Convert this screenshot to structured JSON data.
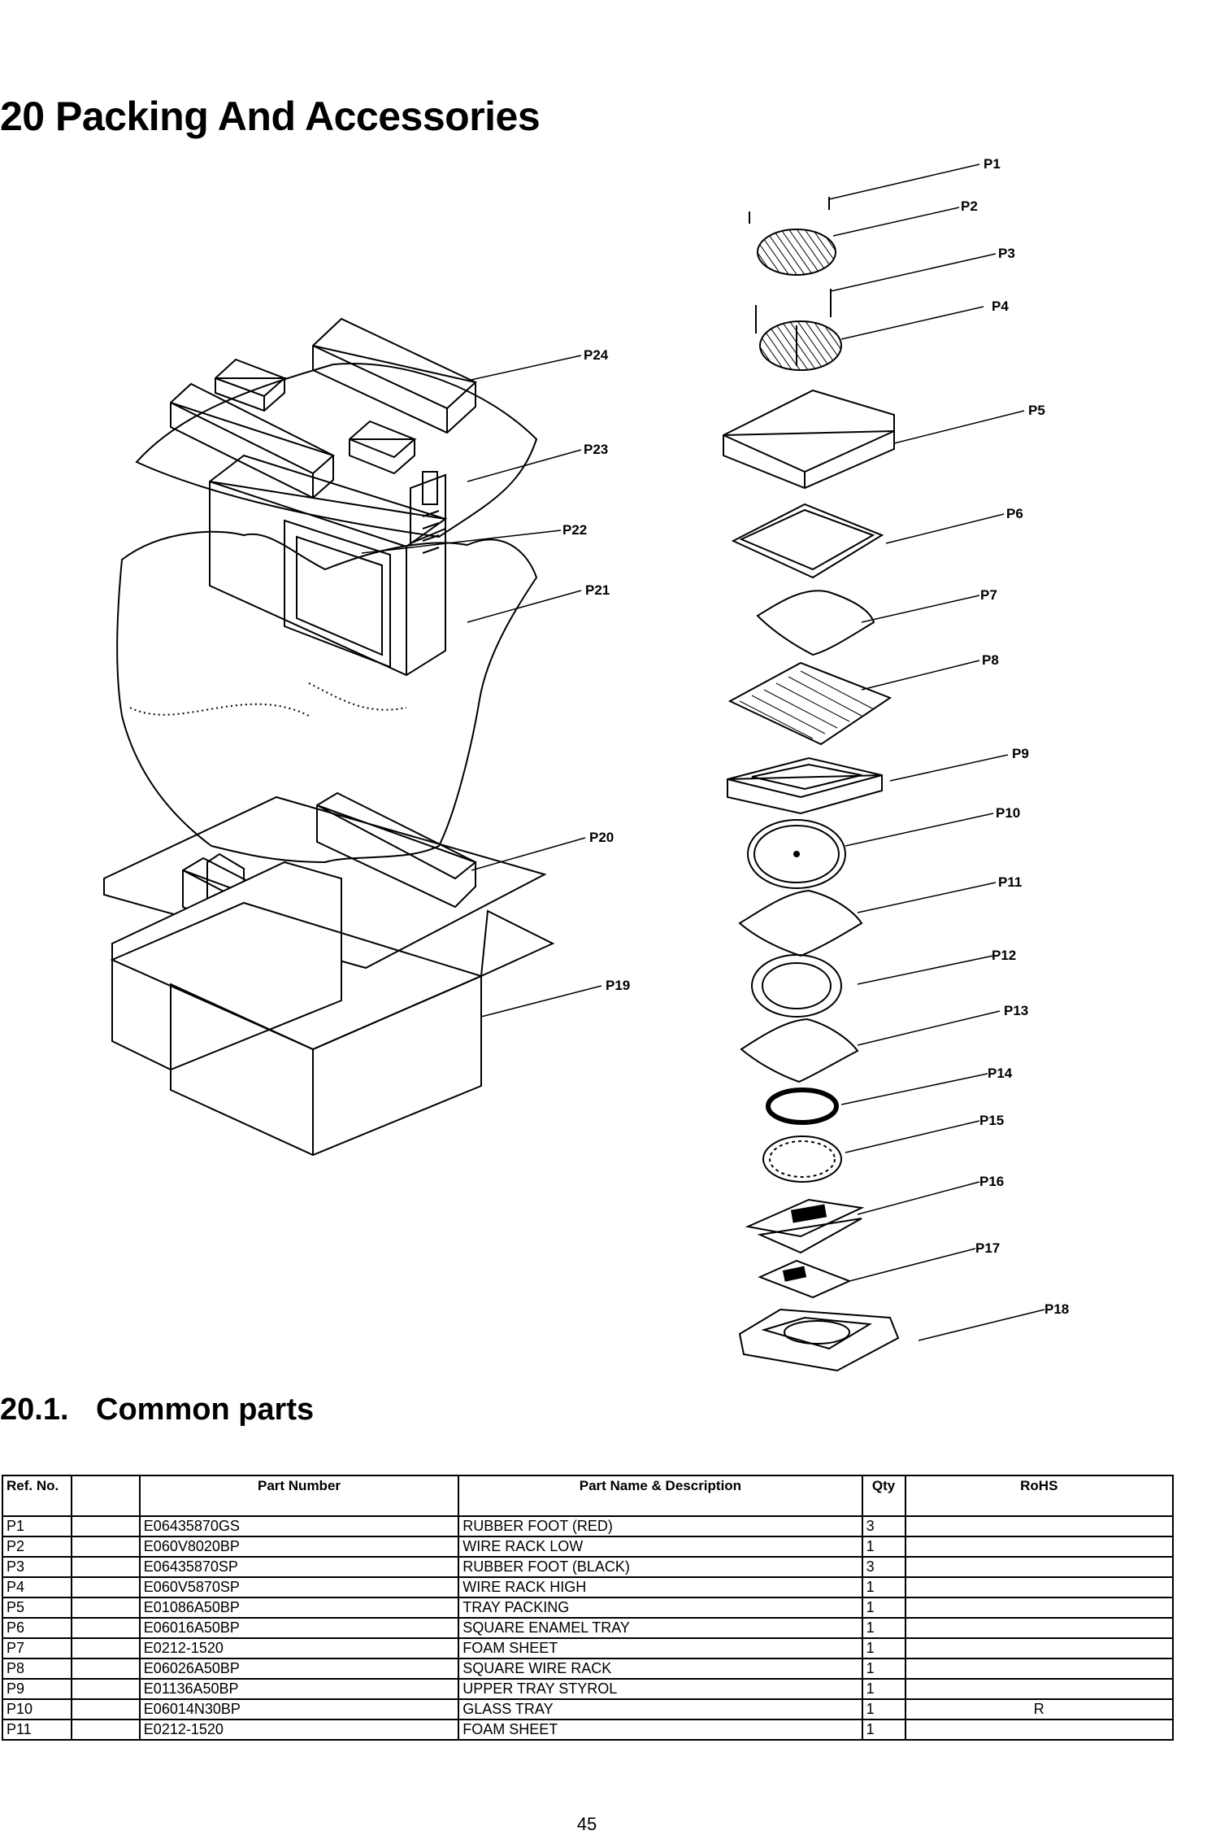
{
  "title": "20 Packing And Accessories",
  "section": {
    "number": "20.1.",
    "title": "Common parts"
  },
  "callouts": {
    "P1": "P1",
    "P2": "P2",
    "P3": "P3",
    "P4": "P4",
    "P5": "P5",
    "P6": "P6",
    "P7": "P7",
    "P8": "P8",
    "P9": "P9",
    "P10": "P10",
    "P11": "P11",
    "P12": "P12",
    "P13": "P13",
    "P14": "P14",
    "P15": "P15",
    "P16": "P16",
    "P17": "P17",
    "P18": "P18",
    "P19": "P19",
    "P20": "P20",
    "P21": "P21",
    "P22": "P22",
    "P23": "P23",
    "P24": "P24"
  },
  "table": {
    "headers": [
      "Ref. No.",
      "",
      "Part Number",
      "Part Name & Description",
      "Qty",
      "RoHS"
    ],
    "rows": [
      [
        "P1",
        "",
        "E06435870GS",
        "RUBBER FOOT (RED)",
        "3",
        ""
      ],
      [
        "P2",
        "",
        "E060V8020BP",
        "WIRE RACK LOW",
        "1",
        ""
      ],
      [
        "P3",
        "",
        "E06435870SP",
        "RUBBER FOOT (BLACK)",
        "3",
        ""
      ],
      [
        "P4",
        "",
        "E060V5870SP",
        "WIRE RACK HIGH",
        "1",
        ""
      ],
      [
        "P5",
        "",
        "E01086A50BP",
        "TRAY PACKING",
        "1",
        ""
      ],
      [
        "P6",
        "",
        "E06016A50BP",
        "SQUARE ENAMEL TRAY",
        "1",
        ""
      ],
      [
        "P7",
        "",
        "E0212-1520",
        "FOAM SHEET",
        "1",
        ""
      ],
      [
        "P8",
        "",
        "E06026A50BP",
        "SQUARE WIRE RACK",
        "1",
        ""
      ],
      [
        "P9",
        "",
        "E01136A50BP",
        "UPPER TRAY STYROL",
        "1",
        ""
      ],
      [
        "P10",
        "",
        "E06014N30BP",
        "GLASS TRAY",
        "1",
        "R"
      ],
      [
        "P11",
        "",
        "E0212-1520",
        "FOAM SHEET",
        "1",
        ""
      ]
    ]
  },
  "page_number": "45"
}
